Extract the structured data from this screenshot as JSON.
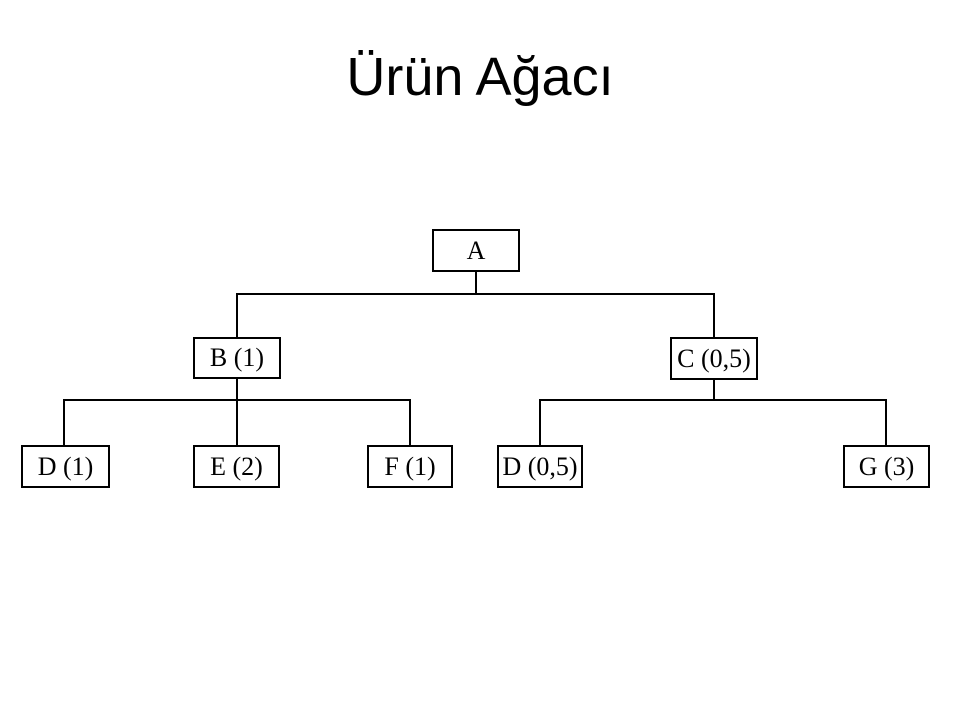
{
  "slide": {
    "title": "Ürün Ağacı",
    "background_color": "#ffffff",
    "line_color": "#000000",
    "text_color": "#000000"
  },
  "diagram": {
    "type": "product-tree",
    "nodes": [
      {
        "id": "A",
        "label": "A",
        "parent": null
      },
      {
        "id": "B",
        "label": "B (1)",
        "parent": "A"
      },
      {
        "id": "C",
        "label": "C (0,5)",
        "parent": "A"
      },
      {
        "id": "D1",
        "label": "D (1)",
        "parent": "B"
      },
      {
        "id": "E",
        "label": "E (2)",
        "parent": "B"
      },
      {
        "id": "F",
        "label": "F (1)",
        "parent": "B"
      },
      {
        "id": "D2",
        "label": "D (0,5)",
        "parent": "C"
      },
      {
        "id": "G",
        "label": "G (3)",
        "parent": "C"
      }
    ]
  }
}
